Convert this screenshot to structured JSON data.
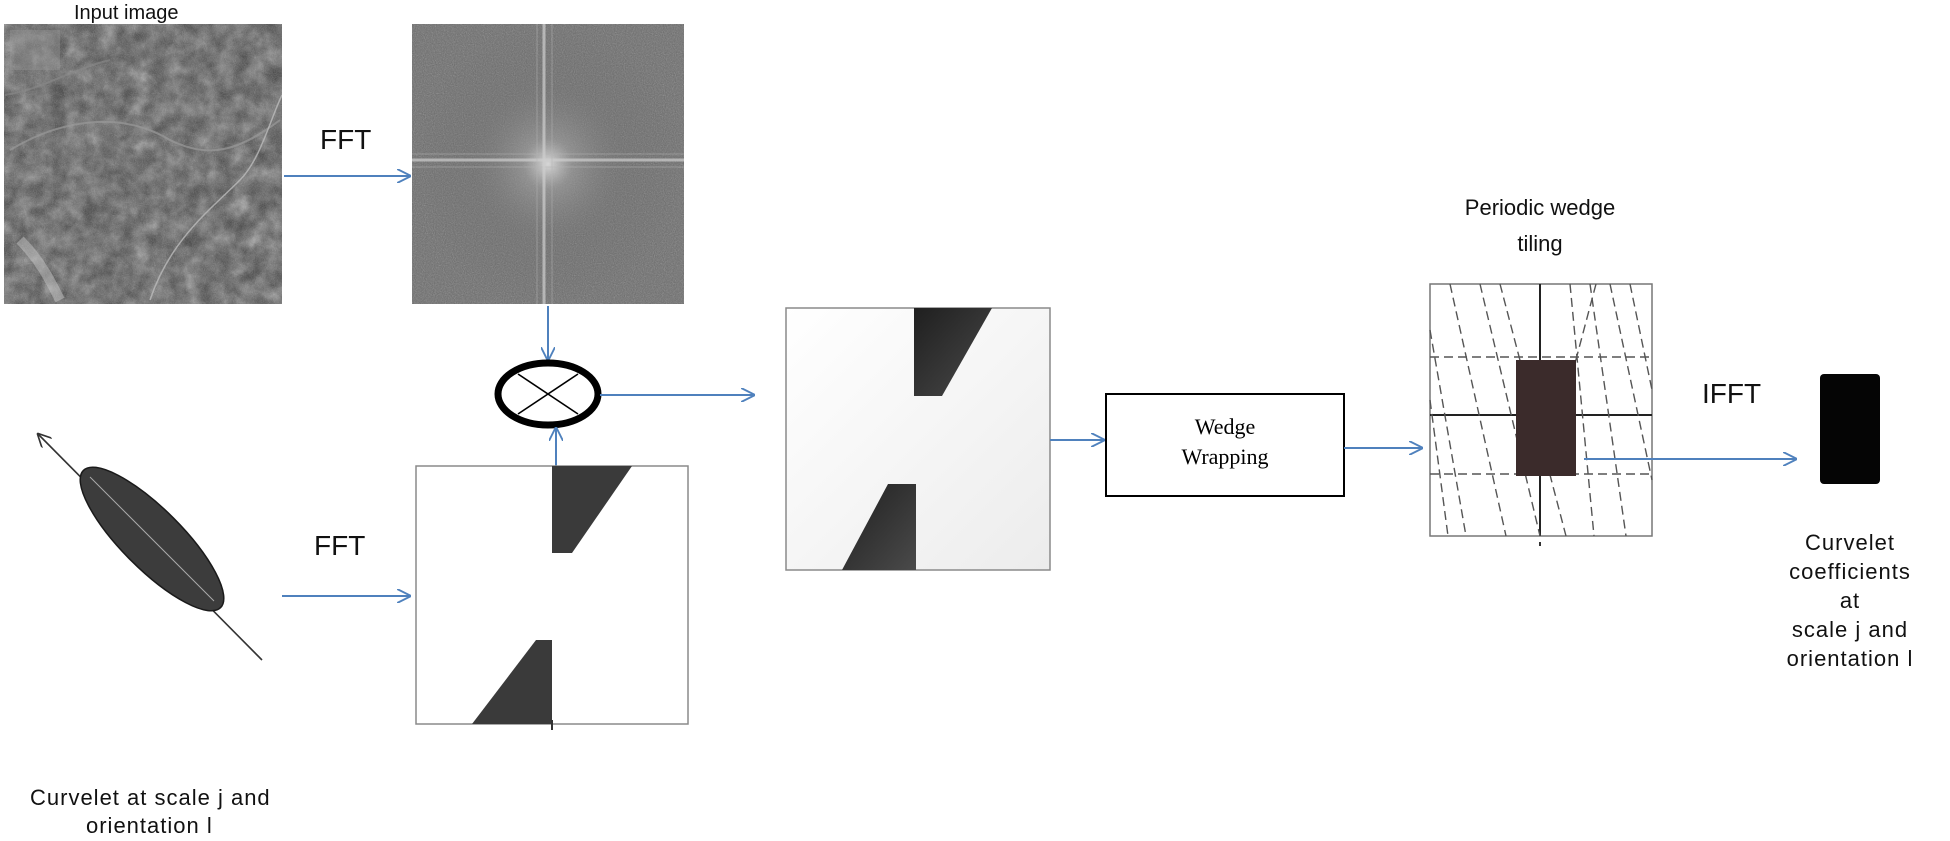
{
  "labels": {
    "input_image": "Input image",
    "fft_top": "FFT",
    "fft_bottom": "FFT",
    "periodic_tiling_line1": "Periodic wedge",
    "periodic_tiling_line2": "tiling",
    "wedge_wrapping_line1": "Wedge",
    "wedge_wrapping_line2": "Wrapping",
    "ifft": "IFFT",
    "curvelet_caption_line1": "Curvelet at scale j and",
    "curvelet_caption_line2": "orientation  l",
    "coefficients_line1": "Curvelet",
    "coefficients_line2": "coefficients",
    "coefficients_line3": "at",
    "coefficients_line4": "scale j and",
    "coefficients_line5": "orientation  l"
  },
  "colors": {
    "arrow": "#4f81bd",
    "wedge_fill": "#3a3a3a",
    "box_border": "#808080",
    "dark_rect": "#3b2b2b"
  }
}
